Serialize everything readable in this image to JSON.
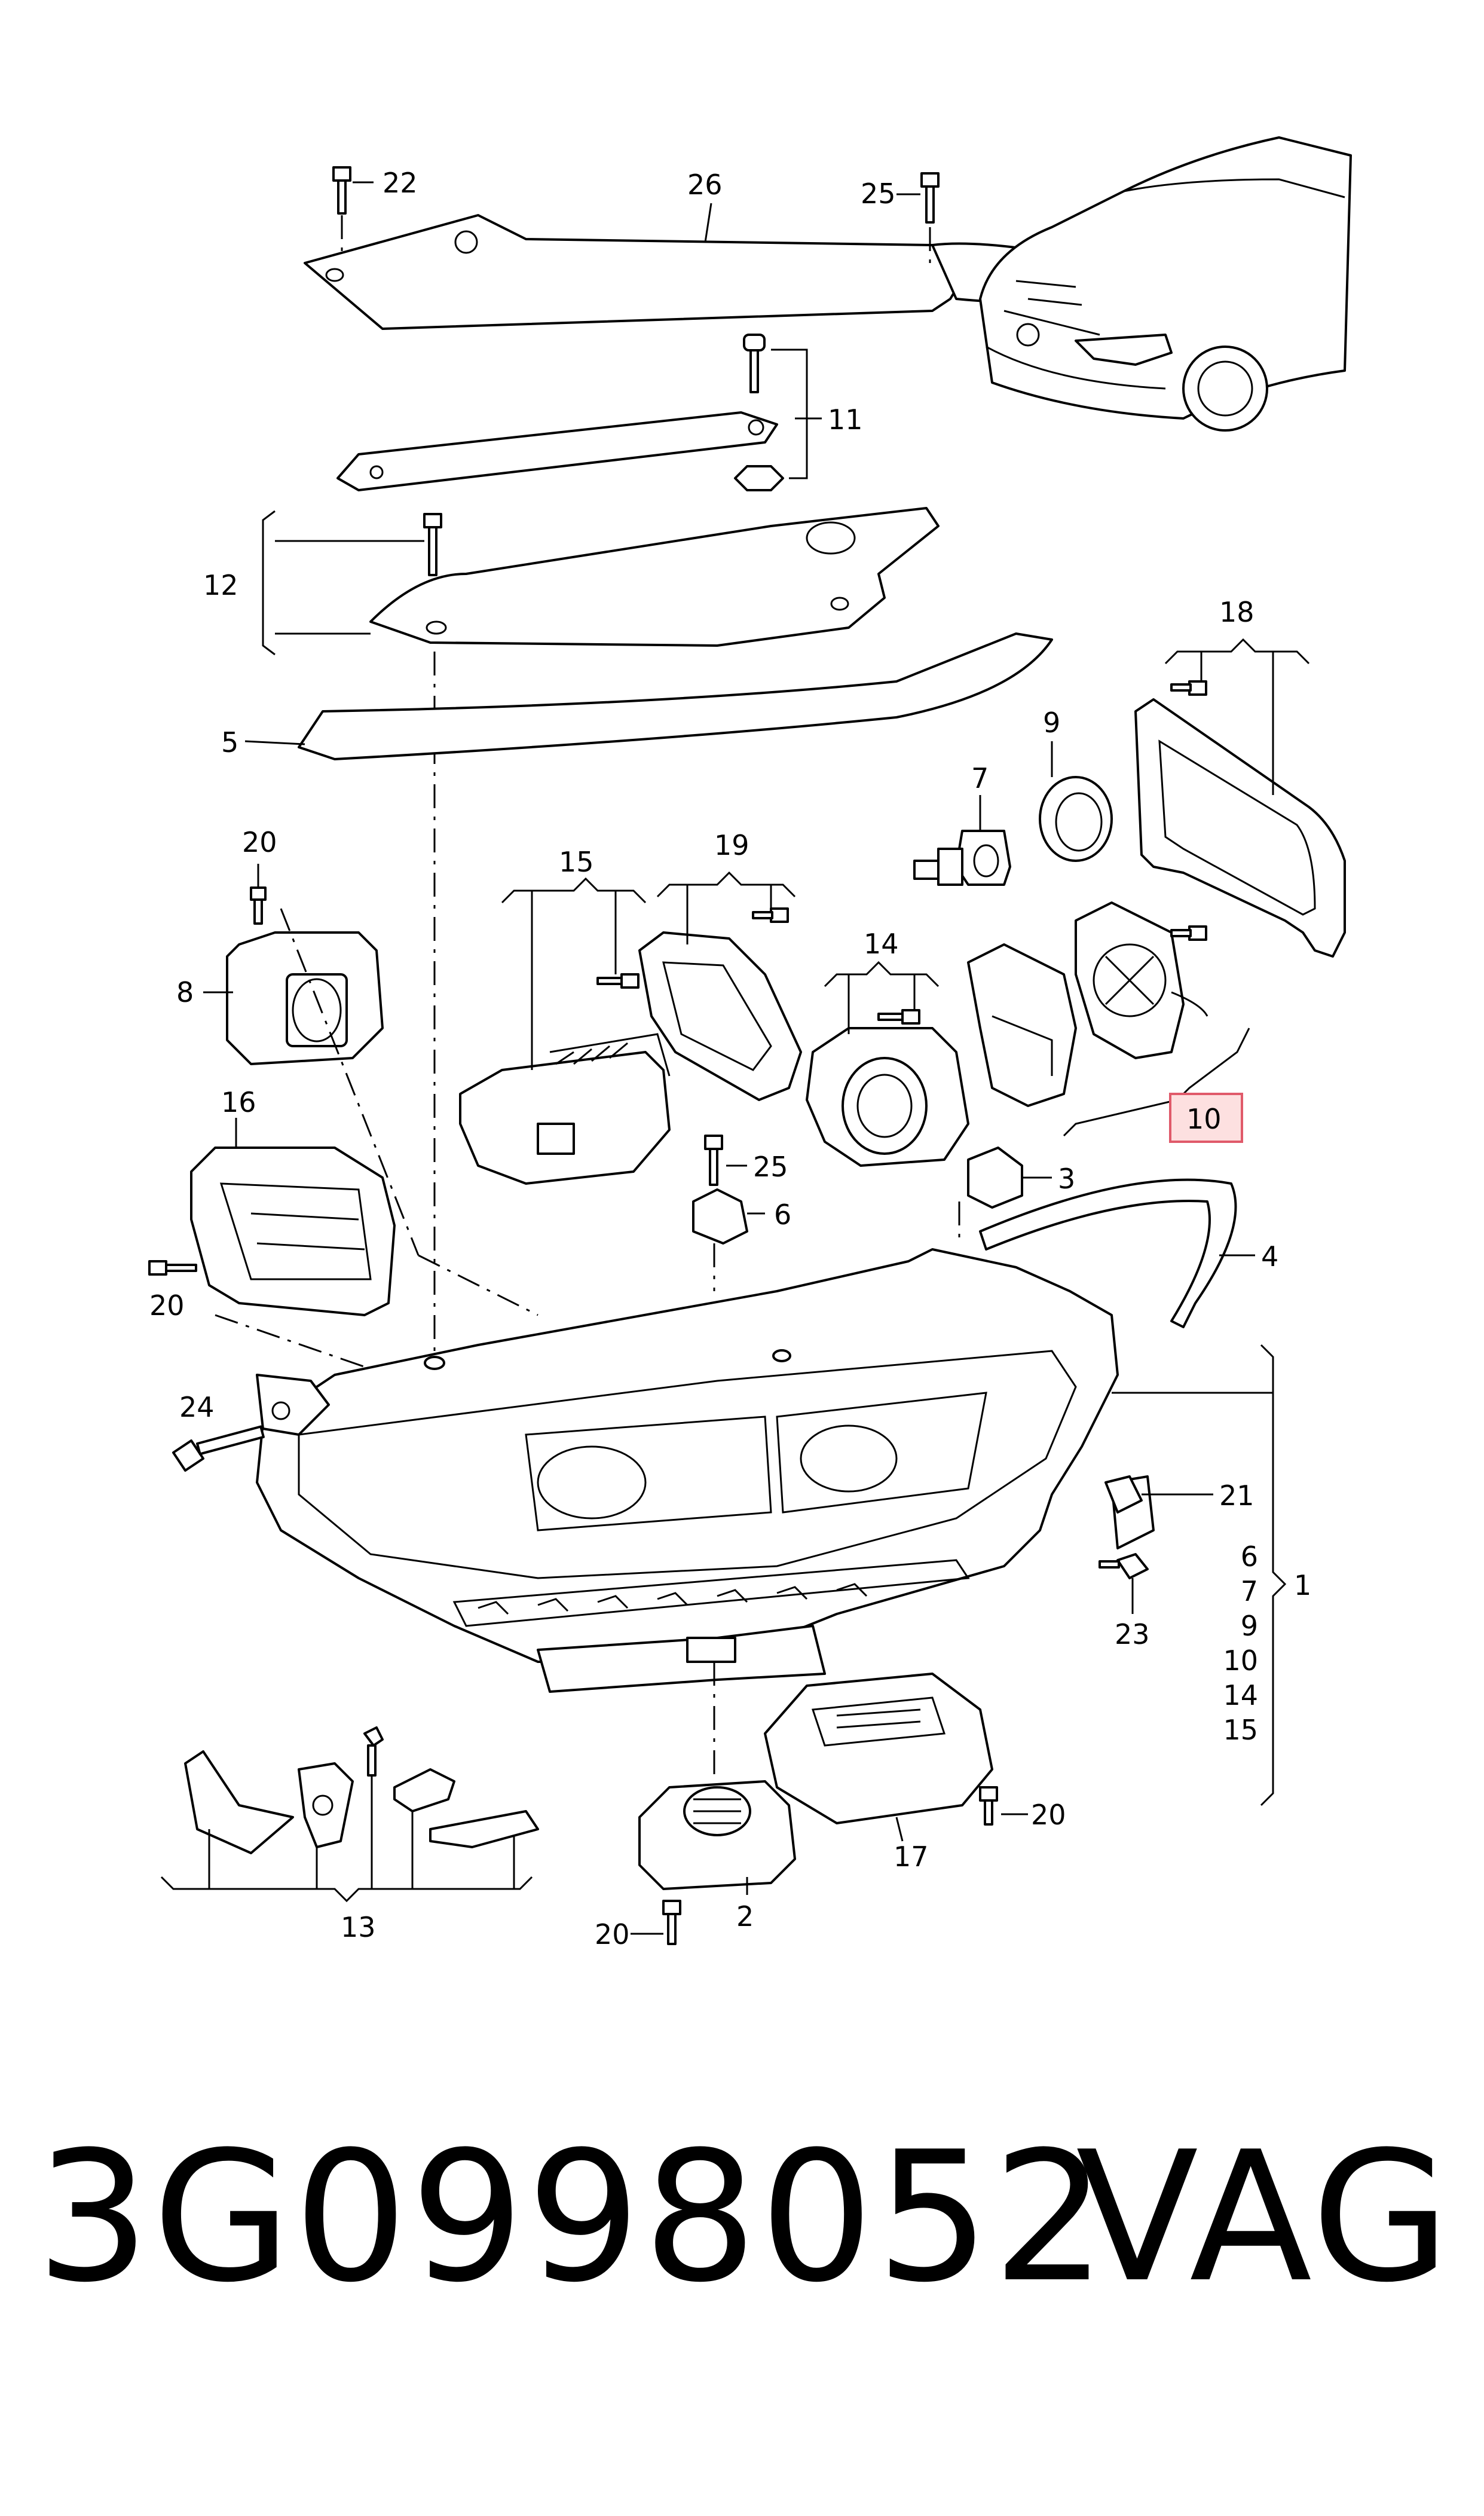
{
  "diagram": {
    "callouts": {
      "c1": "1",
      "c2": "2",
      "c3": "3",
      "c4": "4",
      "c5": "5",
      "c6": "6",
      "c7": "7",
      "c8": "8",
      "c9": "9",
      "c10": "10",
      "c11": "11",
      "c12": "12",
      "c13": "13",
      "c14": "14",
      "c15": "15",
      "c16": "16",
      "c17": "17",
      "c18": "18",
      "c19": "19",
      "c20a": "20",
      "c20b": "20",
      "c20c": "20",
      "c20d": "20",
      "c21": "21",
      "c22": "22",
      "c23": "23",
      "c24": "24",
      "c25a": "25",
      "c25b": "25",
      "c26": "26"
    },
    "group_1_list": [
      "6",
      "7",
      "9",
      "10",
      "14",
      "15"
    ],
    "highlighted_part": "10",
    "highlight_color": "#fde0e0"
  },
  "footer": {
    "part_number": "3G0998052",
    "brand": "VAG"
  }
}
